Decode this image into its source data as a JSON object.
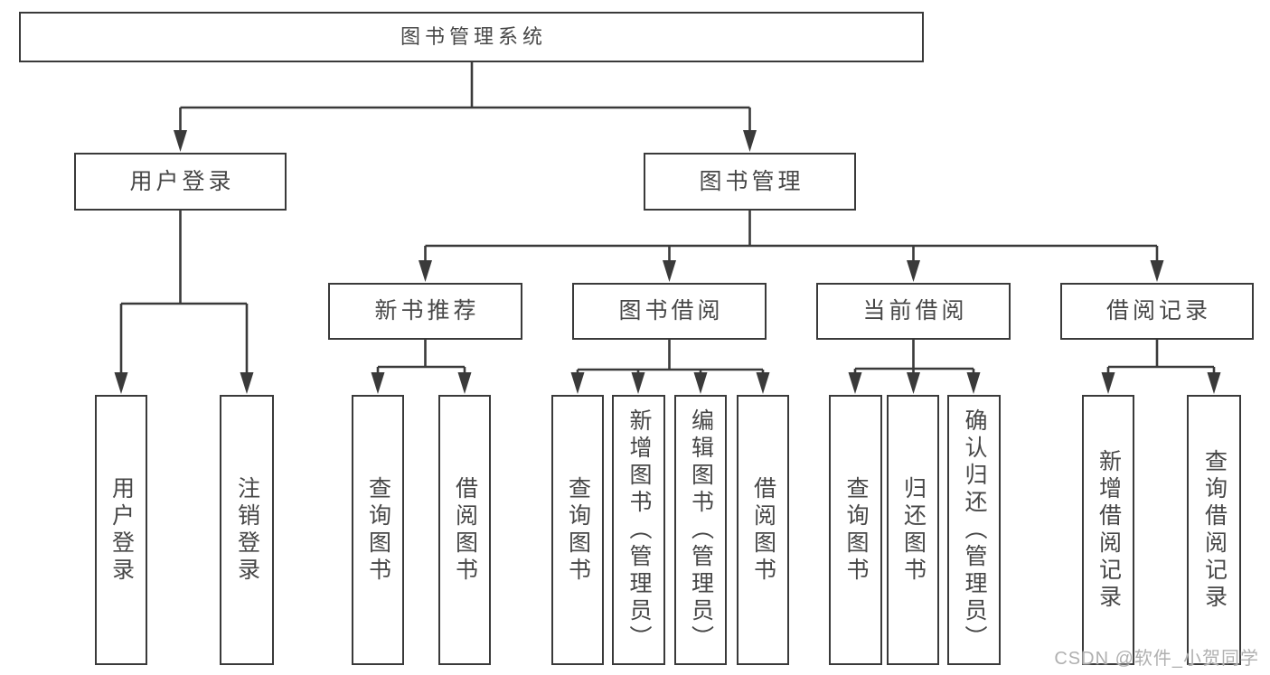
{
  "colors": {
    "line": "#3a3a3a",
    "text": "#474747",
    "watermark": "#b0b0b0",
    "background": "#ffffff"
  },
  "watermark": {
    "text": "CSDN @软件_小贺同学"
  },
  "nodes": {
    "root": {
      "label": "图书管理系统"
    },
    "level2": [
      {
        "label": "用户登录"
      },
      {
        "label": "图书管理"
      }
    ],
    "level3": [
      {
        "label": "新书推荐",
        "parent": "图书管理"
      },
      {
        "label": "图书借阅",
        "parent": "图书管理"
      },
      {
        "label": "当前借阅",
        "parent": "图书管理"
      },
      {
        "label": "借阅记录",
        "parent": "图书管理"
      }
    ],
    "level4": [
      {
        "label": "用户登录",
        "parent": "用户登录"
      },
      {
        "label": "注销登录",
        "parent": "用户登录"
      },
      {
        "label": "查询图书",
        "parent": "新书推荐"
      },
      {
        "label": "借阅图书",
        "parent": "新书推荐"
      },
      {
        "label": "查询图书",
        "parent": "图书借阅"
      },
      {
        "label": "新增图书（管理员）",
        "parent": "图书借阅"
      },
      {
        "label": "编辑图书（管理员）",
        "parent": "图书借阅"
      },
      {
        "label": "借阅图书",
        "parent": "图书借阅"
      },
      {
        "label": "查询图书",
        "parent": "当前借阅"
      },
      {
        "label": "归还图书",
        "parent": "当前借阅"
      },
      {
        "label": "确认归还（管理员）",
        "parent": "当前借阅"
      },
      {
        "label": "新增借阅记录",
        "parent": "借阅记录"
      },
      {
        "label": "查询借阅记录",
        "parent": "借阅记录"
      }
    ]
  }
}
